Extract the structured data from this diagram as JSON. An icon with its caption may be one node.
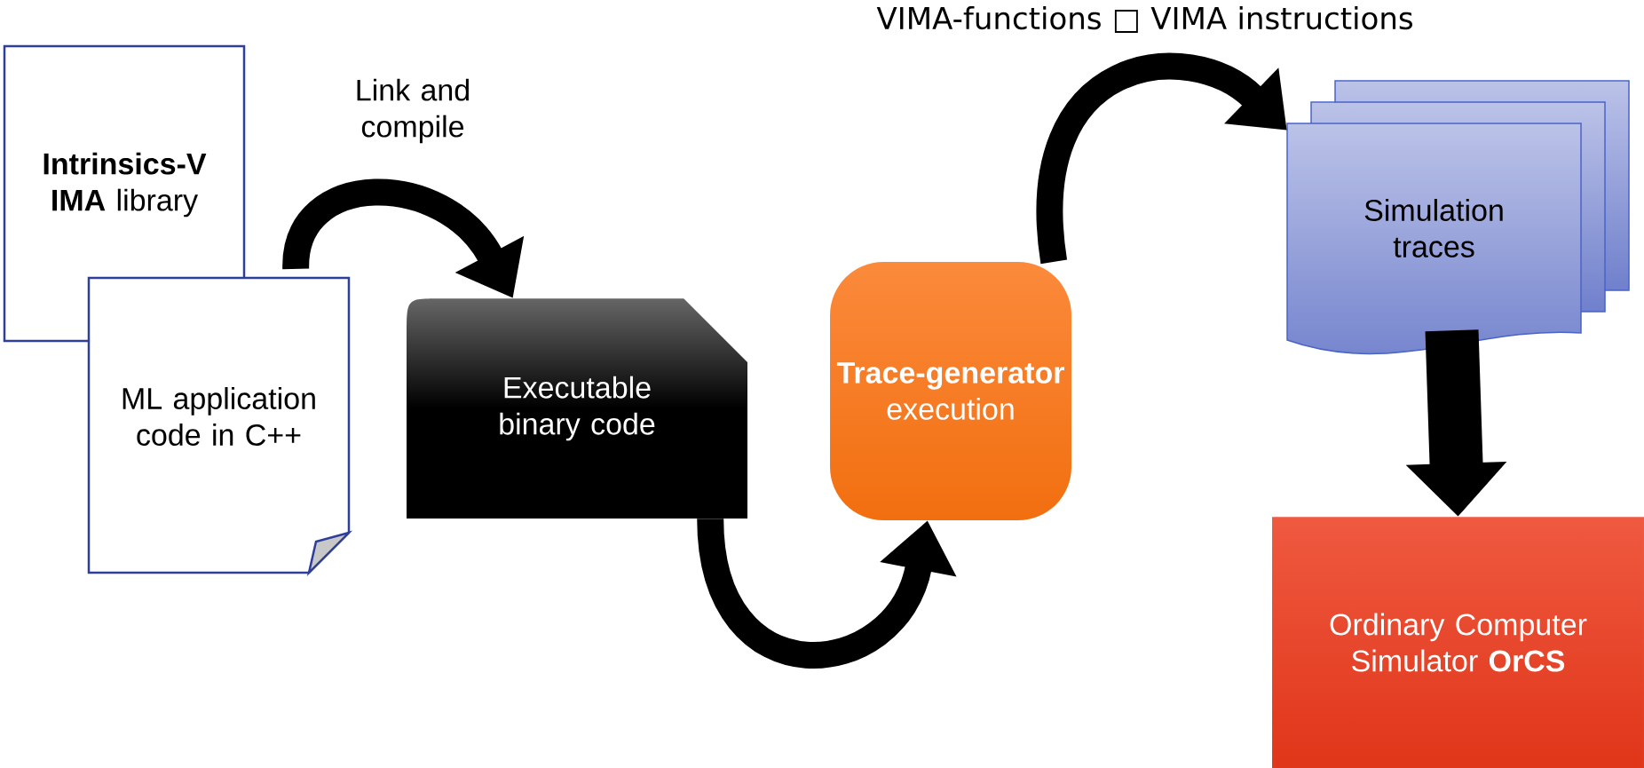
{
  "diagram": {
    "nodes": [
      {
        "text": [
          "**Intrinsics-V IMA** library"
        ]
      },
      {
        "text": [
          "ML application code in C++"
        ]
      },
      {
        "text": [
          "Executable binary code"
        ]
      },
      {
        "text": [
          "**Trace-generator** execution"
        ]
      },
      {
        "text": [
          "Simulation traces"
        ]
      },
      {
        "text": [
          "Ordinary Computer Simulator **OrCS**"
        ]
      }
    ],
    "edges": [
      {
        "from": 1,
        "to": 2,
        "arrow": "to",
        "label": "Link and compile"
      },
      {
        "from": 2,
        "to": 3,
        "arrow": "to"
      },
      {
        "from": 3,
        "to": 4,
        "arrow": "to",
        "label": "VIMA-functions □ VIMA instructions"
      },
      {
        "from": 4,
        "to": 5,
        "arrow": "to",
        "style": "thick"
      }
    ]
  }
}
